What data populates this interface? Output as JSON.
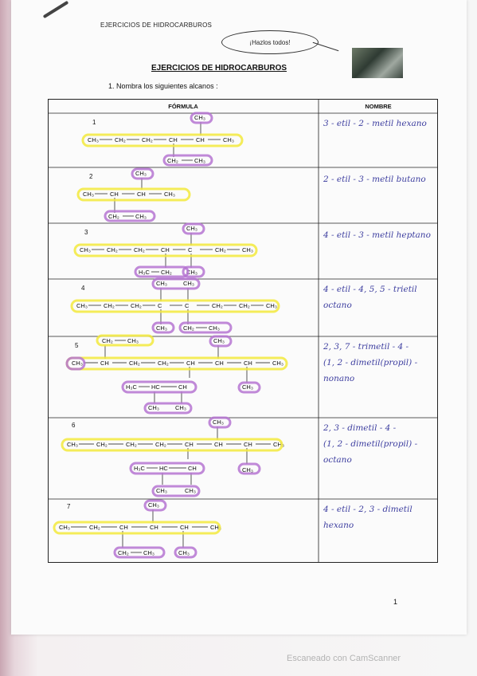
{
  "header_small": "EJERCICIOS DE HIDROCARBUROS",
  "bubble_text": "¡Hazlos todos!",
  "title": "EJERCICIOS DE HIDROCARBUROS",
  "instruction": "1.   Nombra los siguientes alcanos :",
  "table": {
    "col_formula": "FÓRMULA",
    "col_name": "NOMBRE",
    "rows": [
      {
        "num": "1",
        "name_lines": [
          "3 - etil - 2 - metil hexano"
        ]
      },
      {
        "num": "2",
        "name_lines": [
          "2 - etil - 3 - metil butano"
        ]
      },
      {
        "num": "3",
        "name_lines": [
          "4 - etil - 3 - metil heptano"
        ]
      },
      {
        "num": "4",
        "name_lines": [
          "4 - etil - 4, 5, 5 - trietil",
          "octano"
        ]
      },
      {
        "num": "5",
        "name_lines": [
          "2, 3, 7 - trimetil - 4 -",
          "(1, 2 - dimetil(propil) -",
          "nonano"
        ]
      },
      {
        "num": "6",
        "name_lines": [
          "2, 3 - dimetil - 4 -",
          "(1, 2 - dimetil(propil) -",
          "octano"
        ]
      },
      {
        "num": "7",
        "name_lines": [
          "4 - etil - 2, 3 - dimetil",
          "hexano"
        ]
      }
    ]
  },
  "formula_labels": {
    "ch3": "CH₃",
    "ch2": "CH₂",
    "ch": "CH",
    "c": "C",
    "h3c": "H₃C",
    "hc": "HC",
    "bond": "—"
  },
  "page_number": "1",
  "scanner_text": "Escaneado con CamScanner",
  "colors": {
    "highlight_yellow": "#f2e93c",
    "highlight_purple": "#b574d1",
    "ink_blue": "#3e3fa0"
  }
}
